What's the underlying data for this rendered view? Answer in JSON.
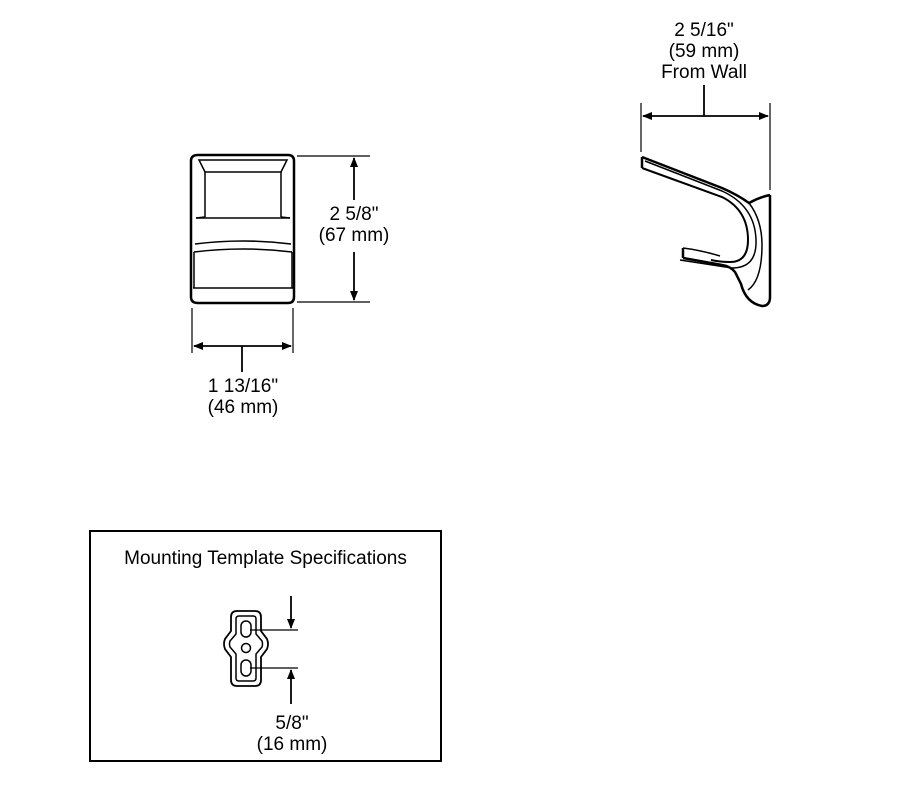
{
  "front_view": {
    "height_in": "2 5/8\"",
    "height_mm": "(67 mm)",
    "width_in": "1 13/16\"",
    "width_mm": "(46 mm)"
  },
  "side_view": {
    "projection_in": "2 5/16\"",
    "projection_mm": "(59 mm)",
    "projection_note": "From Wall"
  },
  "mounting_template": {
    "title": "Mounting Template Specifications",
    "spacing_in": "5/8\"",
    "spacing_mm": "(16 mm)"
  },
  "colors": {
    "line": "#000000",
    "background": "#ffffff"
  }
}
